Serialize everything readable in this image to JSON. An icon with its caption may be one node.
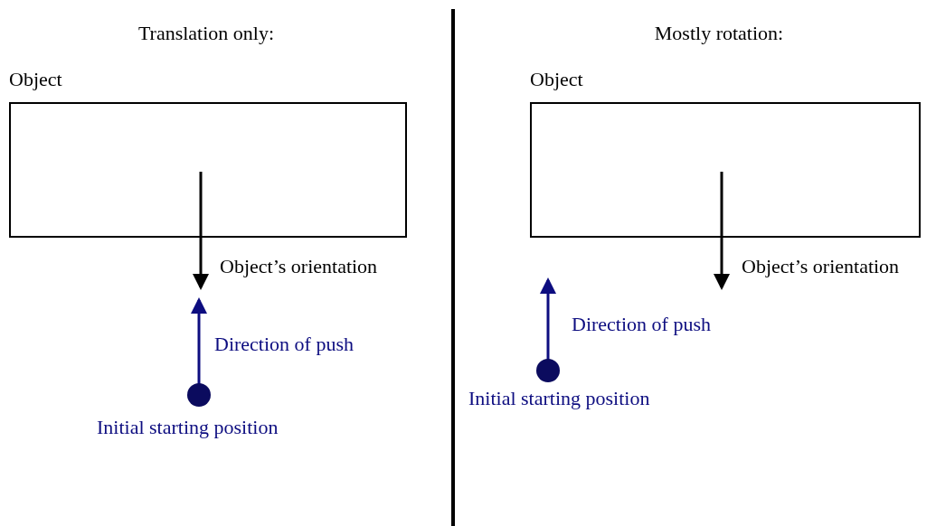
{
  "diagram": {
    "nodes": [
      {
        "text": [
          "Object"
        ]
      },
      {
        "text": [
          "Object"
        ]
      },
      {
        "text": [],
        "shape": "circle",
        "beside": [
          "Initial starting position"
        ]
      },
      {
        "text": [],
        "shape": "circle",
        "beside": [
          "Initial starting position"
        ]
      }
    ],
    "labels": [
      "Translation only:",
      "Mostly rotation:",
      "Object’s orientation",
      "Object’s orientation",
      "Direction of push",
      "Direction of push"
    ]
  }
}
